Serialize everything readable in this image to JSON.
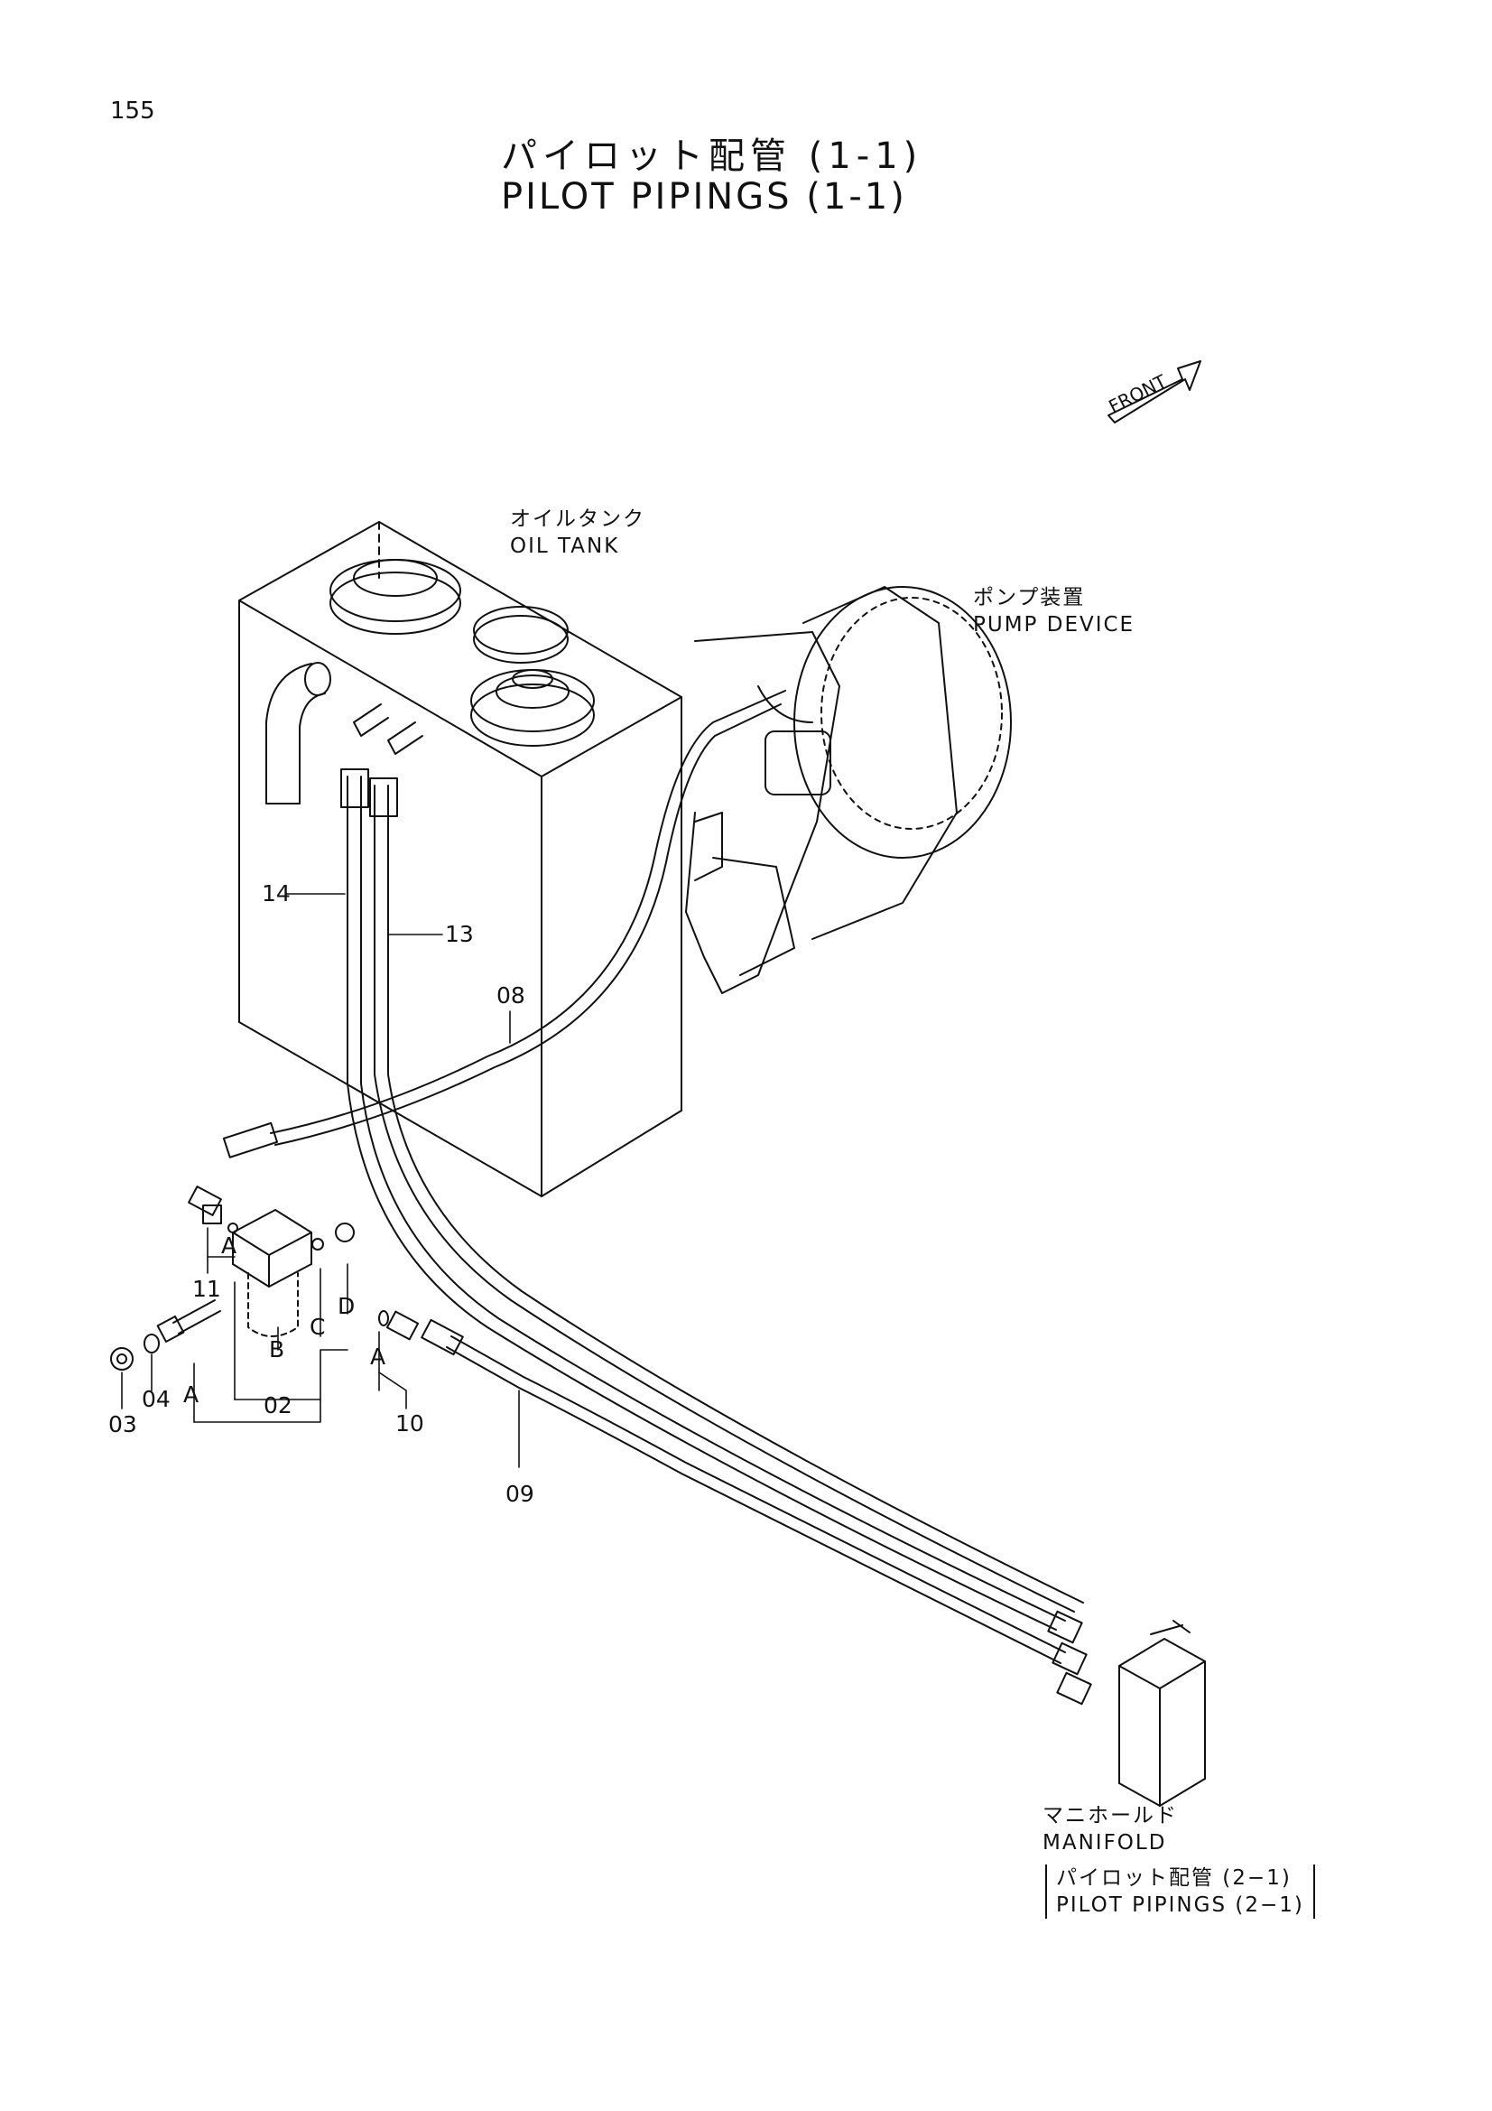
{
  "page_number": "155",
  "title": {
    "jp": "パイロット配管 (1-1)",
    "en": "PILOT PIPINGS (1-1)"
  },
  "front_label": "FRONT",
  "components": {
    "oil_tank": {
      "jp": "オイルタンク",
      "en": "OIL TANK"
    },
    "pump_device": {
      "jp": "ポンプ装置",
      "en": "PUMP DEVICE"
    },
    "manifold": {
      "jp": "マニホールド",
      "en": "MANIFOLD",
      "ref_jp": "パイロット配管 (2−1)",
      "ref_en": "PILOT PIPINGS (2−1)"
    }
  },
  "part_numbers": [
    "02",
    "03",
    "04",
    "08",
    "09",
    "10",
    "11",
    "13",
    "14"
  ],
  "letter_callouts": [
    "A",
    "B",
    "C",
    "D"
  ]
}
